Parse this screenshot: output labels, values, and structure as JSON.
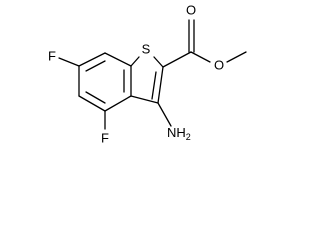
{
  "structure": {
    "atoms": {
      "sulfur": "S",
      "fluorine_top": "F",
      "fluorine_bottom": "F",
      "amino": "NH",
      "amino_subscript": "2",
      "carbonyl_oxygen": "O",
      "ester_oxygen": "O"
    }
  }
}
